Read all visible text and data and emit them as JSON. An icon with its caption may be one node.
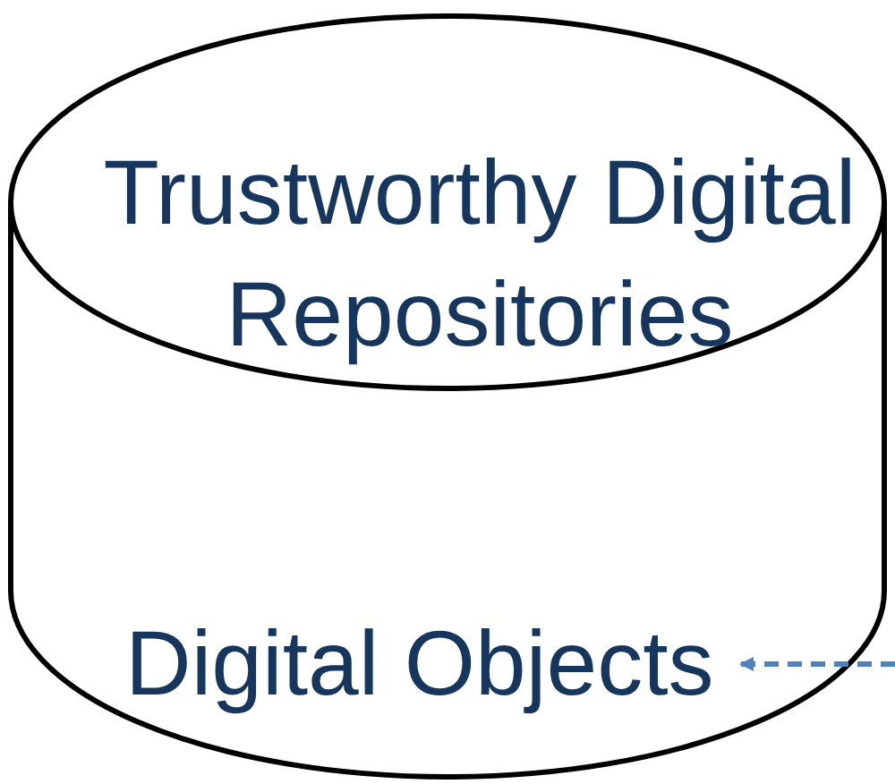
{
  "diagram": {
    "nodes": [
      {
        "text": [
          "Trustworthy Digital Repositories"
        ]
      },
      {
        "text": [
          "Digital Objects"
        ],
        "in": 0
      }
    ],
    "edges": [
      {
        "from": null,
        "to": 1,
        "arrow": "to",
        "style": "dashed",
        "color": "#4f81bd"
      }
    ]
  }
}
